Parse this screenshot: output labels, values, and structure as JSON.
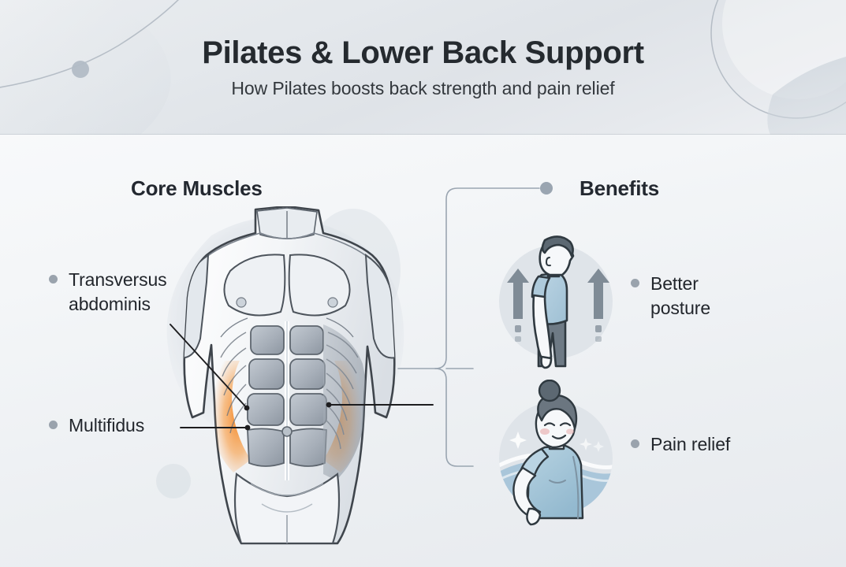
{
  "header": {
    "title": "Pilates & Lower Back Support",
    "subtitle": "How Pilates boosts back strength and pain relief"
  },
  "sections": {
    "core": {
      "heading": "Core Muscles"
    },
    "benefits": {
      "heading": "Benefits"
    }
  },
  "core_labels": [
    {
      "id": "transversus-abdominis",
      "text": "Transversus\nabdominis"
    },
    {
      "id": "multifidus",
      "text": "Multifidus"
    }
  ],
  "benefit_labels": [
    {
      "id": "better-posture",
      "text": "Better\nposture"
    },
    {
      "id": "pain-relief",
      "text": "Pain relief"
    }
  ],
  "icons": {
    "posture": "standing-person-upward-arrows-icon",
    "pain": "woman-hand-on-lower-back-icon",
    "anatomy": "male-torso-core-muscles-diagram"
  },
  "colors": {
    "page_background": "#f4f6f8",
    "header_background": "#e4e8ec",
    "title_text": "#252a2f",
    "body_text": "#22262c",
    "bullet_dot": "#9aa3ad",
    "connector_line": "#9aa5b1",
    "leader_line": "#1d1d1f",
    "muscle_highlight": "#f4841f",
    "shirt_blue": "#a7c6d9",
    "icon_circle": "#dfe4e9",
    "decor_shape": "#dde2e7"
  }
}
